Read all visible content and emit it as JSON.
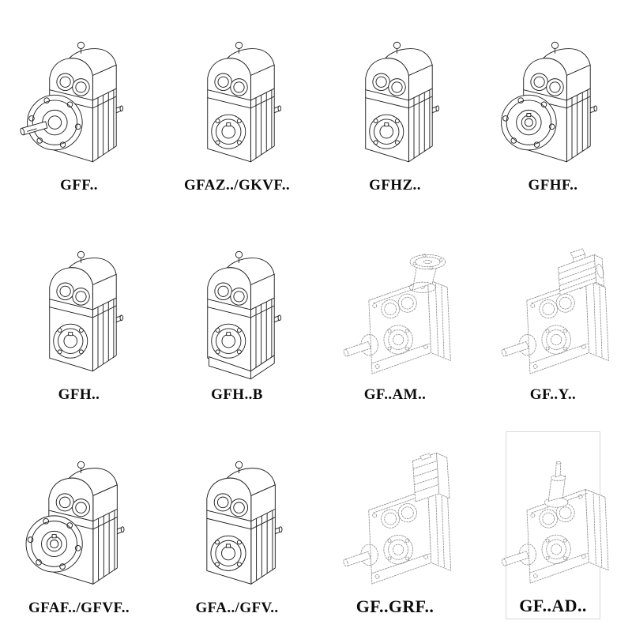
{
  "page": {
    "background": "#ffffff",
    "ink": "#1c1c1c",
    "dashed_ink": "#8e8e8e"
  },
  "cells": [
    {
      "label": "GFF..",
      "variant": "flange-with-solid-shaft",
      "line_style": "solid"
    },
    {
      "label": "GFAZ../GKVF..",
      "variant": "hollow-shaft-face",
      "line_style": "solid"
    },
    {
      "label": "GFHZ..",
      "variant": "hollow-shaft-face",
      "line_style": "solid"
    },
    {
      "label": "GFHF..",
      "variant": "flange-with-hollow-shaft",
      "line_style": "solid"
    },
    {
      "label": "GFH..",
      "variant": "hollow-shaft-face",
      "line_style": "solid"
    },
    {
      "label": "GFH..B",
      "variant": "hollow-shaft-with-foot",
      "line_style": "solid"
    },
    {
      "label": "GF..AM..",
      "variant": "iec-adapter-flange-top",
      "line_style": "dashed"
    },
    {
      "label": "GF..Y..",
      "variant": "motor-mounted-top",
      "line_style": "dashed"
    },
    {
      "label": "GFAF../GFVF..",
      "variant": "flange-with-hollow-shaft",
      "line_style": "solid"
    },
    {
      "label": "GFA../GFV..",
      "variant": "hollow-shaft-face",
      "line_style": "solid"
    },
    {
      "label": "GF..GRF..",
      "variant": "finned-adapter-top",
      "line_style": "dashed"
    },
    {
      "label": "GF..AD..",
      "variant": "input-shaft-adapter-top",
      "line_style": "dashed"
    }
  ]
}
